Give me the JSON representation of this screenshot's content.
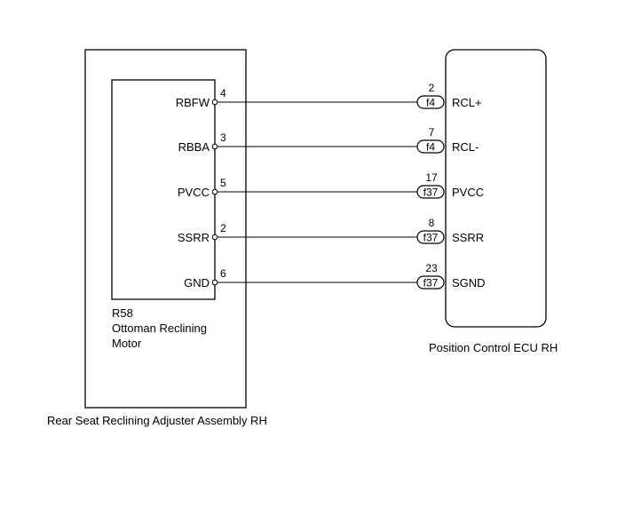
{
  "left_assembly": {
    "name": "Rear Seat Reclining Adjuster Assembly RH"
  },
  "motor": {
    "code": "R58",
    "name_line1": "Ottoman Reclining",
    "name_line2": "Motor"
  },
  "ecu": {
    "name": "Position Control ECU RH"
  },
  "wires": [
    {
      "left_label": "RBFW",
      "left_pin": "4",
      "ecu_pin": "2",
      "connector": "f4",
      "right_label": "RCL+"
    },
    {
      "left_label": "RBBA",
      "left_pin": "3",
      "ecu_pin": "7",
      "connector": "f4",
      "right_label": "RCL-"
    },
    {
      "left_label": "PVCC",
      "left_pin": "5",
      "ecu_pin": "17",
      "connector": "f37",
      "right_label": "PVCC"
    },
    {
      "left_label": "SSRR",
      "left_pin": "2",
      "ecu_pin": "8",
      "connector": "f37",
      "right_label": "SSRR"
    },
    {
      "left_label": "GND",
      "left_pin": "6",
      "ecu_pin": "23",
      "connector": "f37",
      "right_label": "SGND"
    }
  ]
}
